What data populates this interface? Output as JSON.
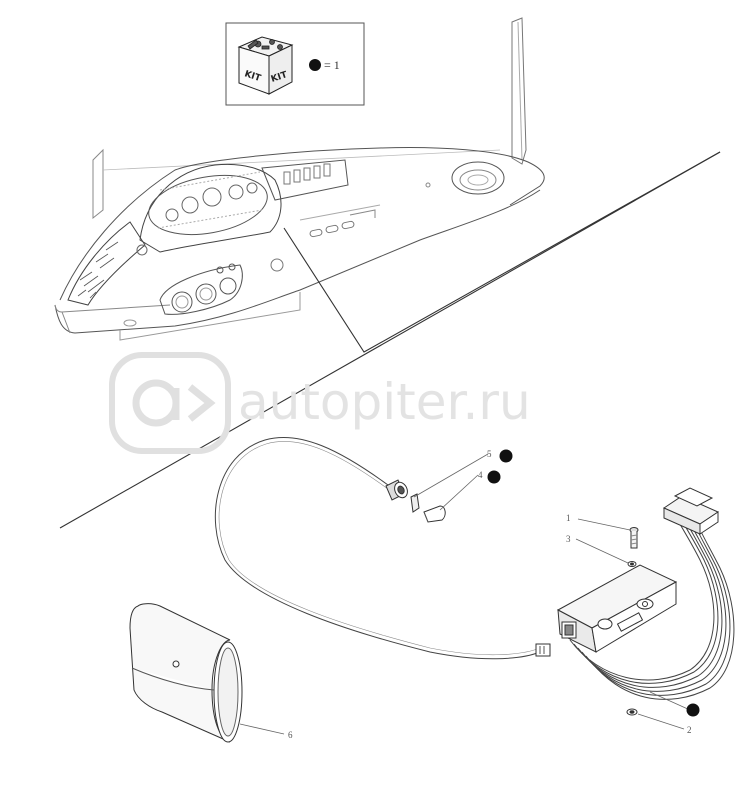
{
  "kit_legend": {
    "kit_label_left": "KIT",
    "kit_label_right": "KIT",
    "equals_label": "= 1"
  },
  "watermark": {
    "text": "autopiter.ru"
  },
  "callouts": [
    {
      "id": "1",
      "label": "1",
      "kit_marker": false
    },
    {
      "id": "3",
      "label": "3",
      "kit_marker": false
    },
    {
      "id": "5",
      "label": "5",
      "kit_marker": true
    },
    {
      "id": "4",
      "label": "4",
      "kit_marker": true
    },
    {
      "id": "6",
      "label": "6",
      "kit_marker": false
    },
    {
      "id": "2",
      "label": "2",
      "kit_marker": false
    },
    {
      "id": "harness",
      "label": "",
      "kit_marker": true
    }
  ],
  "colors": {
    "line": "#444444",
    "faint_line": "#8a8a8a",
    "watermark": "#e3e3e3",
    "marker": "#111111"
  }
}
